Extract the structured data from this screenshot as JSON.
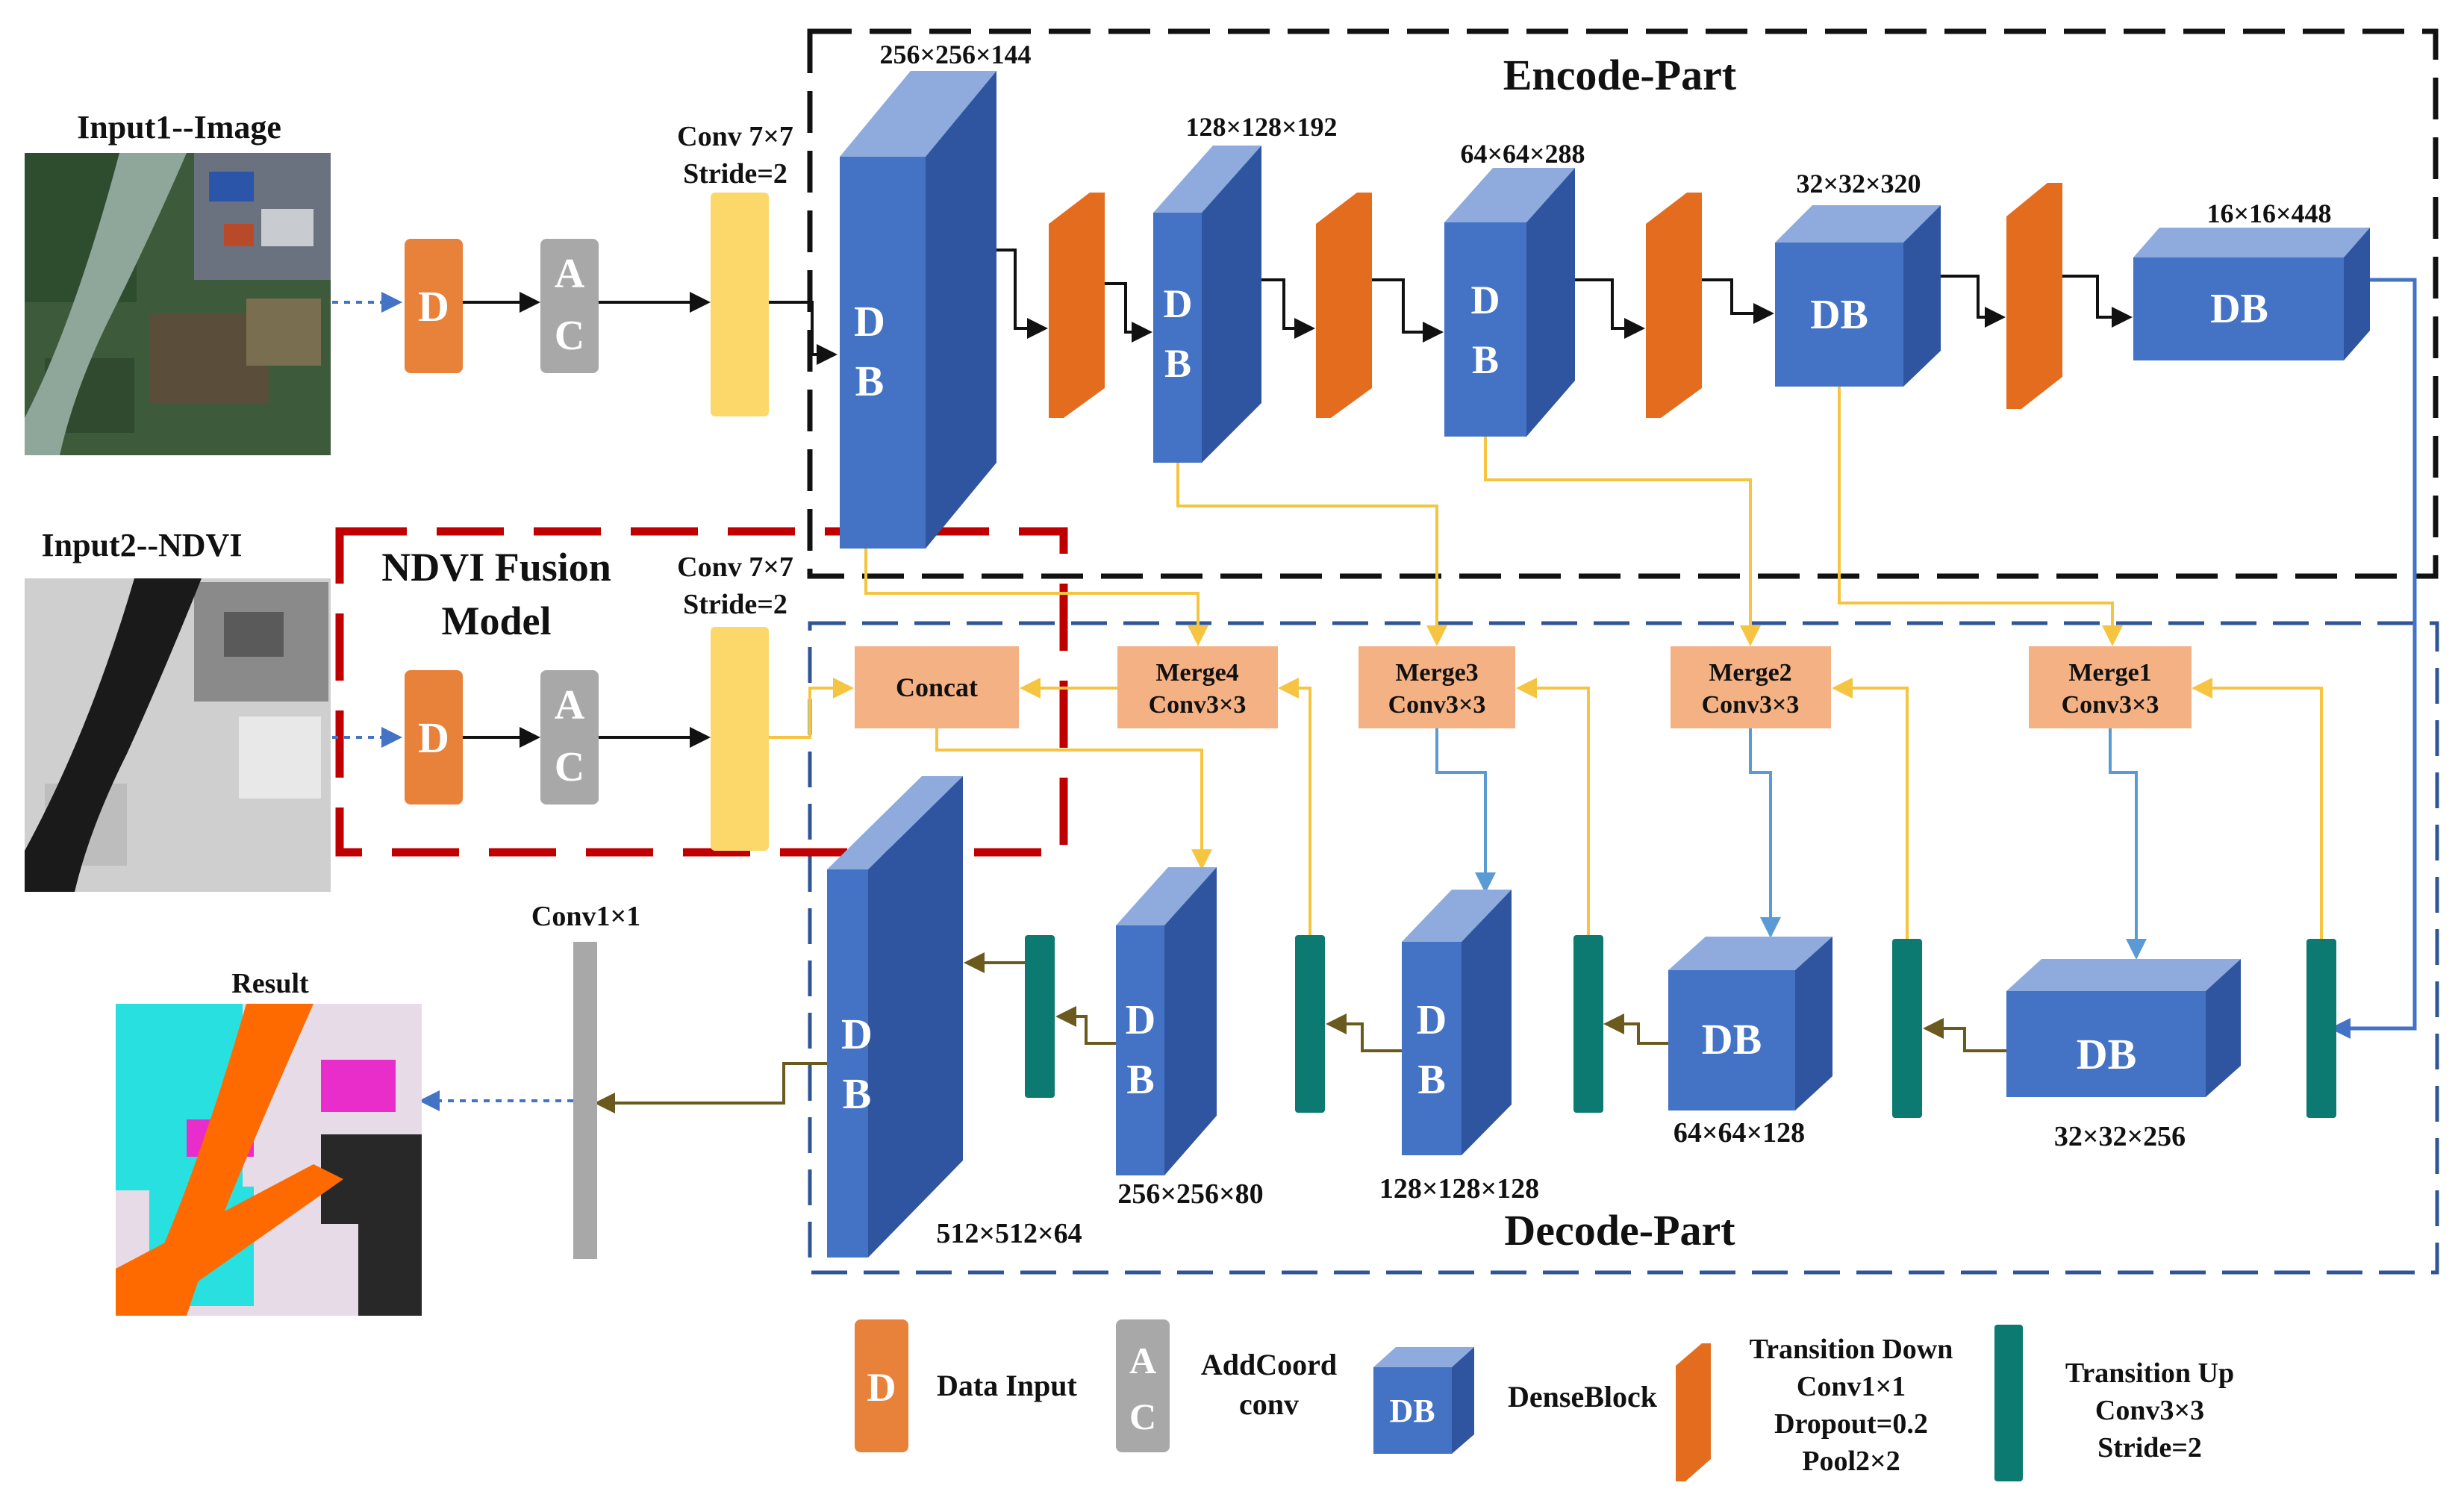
{
  "sections": {
    "encode_title": "Encode-Part",
    "decode_title": "Decode-Part",
    "fusion_title_line1": "NDVI Fusion",
    "fusion_title_line2": "Model"
  },
  "inputs": {
    "input1_label": "Input1--Image",
    "input2_label": "Input2--NDVI",
    "result_label": "Result"
  },
  "blocks": {
    "data_input_letter": "D",
    "addcoord_top": "A",
    "addcoord_bottom": "C",
    "db_top": "D",
    "db_bottom": "B",
    "db_text": "DB",
    "concat": "Concat",
    "conv7_line1": "Conv 7×7",
    "conv7_line2": "Stride=2",
    "conv1x1": "Conv1×1"
  },
  "encoder_dims": [
    "256×256×144",
    "128×128×192",
    "64×64×288",
    "32×32×320",
    "16×16×448"
  ],
  "decoder_dims": [
    "512×512×64",
    "256×256×80",
    "128×128×128",
    "64×64×128",
    "32×32×256"
  ],
  "merges": [
    {
      "line1": "Merge4",
      "line2": "Conv3×3"
    },
    {
      "line1": "Merge3",
      "line2": "Conv3×3"
    },
    {
      "line1": "Merge2",
      "line2": "Conv3×3"
    },
    {
      "line1": "Merge1",
      "line2": "Conv3×3"
    }
  ],
  "legend": {
    "data_input": "Data Input",
    "addcoord_line1": "AddCoord",
    "addcoord_line2": "conv",
    "denseblock": "DenseBlock",
    "td_line1": "Transition Down",
    "td_line2": "Conv1×1",
    "td_line3": "Dropout=0.2",
    "td_line4": "Pool2×2",
    "tu_line1": "Transition Up",
    "tu_line2": "Conv3×3",
    "tu_line3": "Stride=2"
  },
  "colors": {
    "orange": "#e8813a",
    "gray": "#a8a8a8",
    "yellow": "#fcd86a",
    "blue_front": "#4472c4",
    "blue_top": "#8faadc",
    "blue_side": "#2f55a0",
    "transition_down": "#e46c1e",
    "transition_up": "#0c7a70",
    "merge": "#f4b183",
    "skip_line": "#f5c542",
    "decoder_line": "#5b9bd5",
    "up_line": "#6b5a1e",
    "encode_border": "#111111",
    "decode_border": "#2f5597",
    "fusion_border": "#c00000"
  }
}
